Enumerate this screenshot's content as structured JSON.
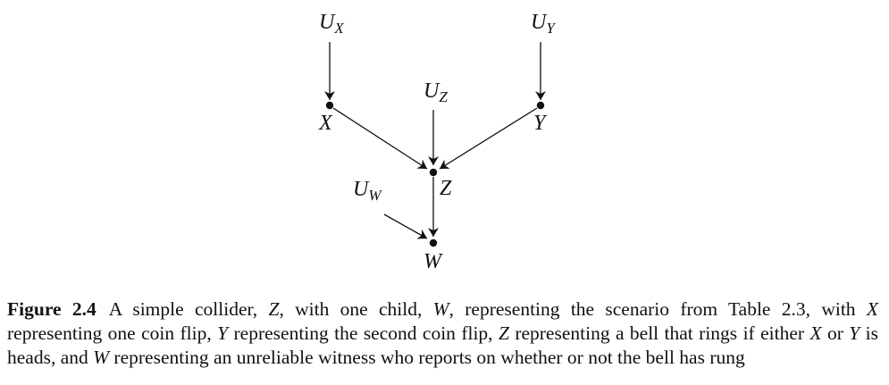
{
  "diagram": {
    "nodes": {
      "UX": {
        "base": "U",
        "sub": "X"
      },
      "UY": {
        "base": "U",
        "sub": "Y"
      },
      "UZ": {
        "base": "U",
        "sub": "Z"
      },
      "UW": {
        "base": "U",
        "sub": "W"
      },
      "X": {
        "label": "X"
      },
      "Y": {
        "label": "Y"
      },
      "Z": {
        "label": "Z"
      },
      "W": {
        "label": "W"
      }
    },
    "edges": [
      {
        "from": "UX",
        "to": "X"
      },
      {
        "from": "UY",
        "to": "Y"
      },
      {
        "from": "UZ",
        "to": "Z"
      },
      {
        "from": "X",
        "to": "Z"
      },
      {
        "from": "Y",
        "to": "Z"
      },
      {
        "from": "Z",
        "to": "W"
      },
      {
        "from": "UW",
        "to": "W"
      }
    ]
  },
  "caption": {
    "figure_label": "Figure 2.4",
    "p1": "A simple collider, ",
    "v1": "Z",
    "p2": ", with one child, ",
    "v2": "W",
    "p3": ", representing the scenario from Table 2.3, with ",
    "v3": "X",
    "p4": " representing one coin flip, ",
    "v4": "Y",
    "p5": " representing the second coin flip, ",
    "v5": "Z",
    "p6": " representing a bell that rings if either ",
    "v6": "X",
    "p7": " or ",
    "v7": "Y",
    "p8": " is heads, and ",
    "v8": "W",
    "p9": " representing an unreliable witness who reports on whether or not the bell has rung"
  }
}
